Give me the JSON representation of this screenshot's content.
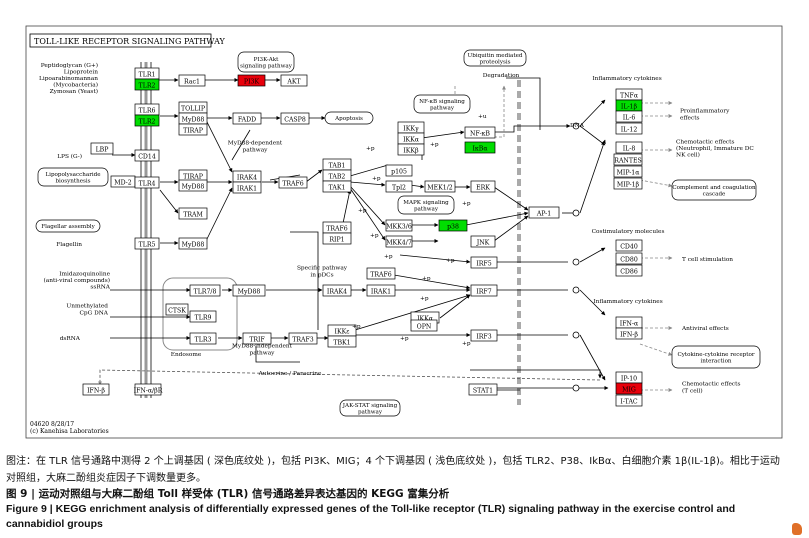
{
  "pathway": {
    "title": "TOLL-LIKE RECEPTOR SIGNALING PATHWAY",
    "footer_id": "04620 8/28/17",
    "footer_copyright": "(c) Kanehisa Laboratories"
  },
  "colors": {
    "upregulated": "#e8000b",
    "downregulated": "#00dd00",
    "normal": "#ffffff",
    "line": "#000000",
    "dashed": "#999999"
  },
  "nodes": [
    {
      "id": "TLR1",
      "label": "TLR1",
      "state": "normal"
    },
    {
      "id": "TLR2",
      "label": "TLR2",
      "state": "down"
    },
    {
      "id": "TLR6",
      "label": "TLR6",
      "state": "normal"
    },
    {
      "id": "TLR2b",
      "label": "TLR2",
      "state": "down"
    },
    {
      "id": "Rac1",
      "label": "Rac1",
      "state": "normal"
    },
    {
      "id": "PI3K",
      "label": "PI3K",
      "state": "up"
    },
    {
      "id": "AKT",
      "label": "AKT",
      "state": "normal"
    },
    {
      "id": "TOLLIP",
      "label": "TOLLIP",
      "state": "normal"
    },
    {
      "id": "MyD88a",
      "label": "MyD88",
      "state": "normal"
    },
    {
      "id": "TIRAPa",
      "label": "TIRAP",
      "state": "normal"
    },
    {
      "id": "FADD",
      "label": "FADD",
      "state": "normal"
    },
    {
      "id": "CASP8",
      "label": "CASP8",
      "state": "normal"
    },
    {
      "id": "LBP",
      "label": "LBP",
      "state": "normal"
    },
    {
      "id": "CD14",
      "label": "CD14",
      "state": "normal"
    },
    {
      "id": "MD2",
      "label": "MD-2",
      "state": "normal"
    },
    {
      "id": "TLR4",
      "label": "TLR4",
      "state": "normal"
    },
    {
      "id": "TIRAPb",
      "label": "TIRAP",
      "state": "normal"
    },
    {
      "id": "MyD88b",
      "label": "MyD88",
      "state": "normal"
    },
    {
      "id": "TRAM",
      "label": "TRAM",
      "state": "normal"
    },
    {
      "id": "TLR5",
      "label": "TLR5",
      "state": "normal"
    },
    {
      "id": "MyD88c",
      "label": "MyD88",
      "state": "normal"
    },
    {
      "id": "IRAK4a",
      "label": "IRAK4",
      "state": "normal"
    },
    {
      "id": "IRAK1a",
      "label": "IRAK1",
      "state": "normal"
    },
    {
      "id": "TRAF6a",
      "label": "TRAF6",
      "state": "normal"
    },
    {
      "id": "TAB1",
      "label": "TAB1",
      "state": "normal"
    },
    {
      "id": "TAB2",
      "label": "TAB2",
      "state": "normal"
    },
    {
      "id": "TAK1",
      "label": "TAK1",
      "state": "normal"
    },
    {
      "id": "TRAF6b",
      "label": "TRAF6",
      "state": "normal"
    },
    {
      "id": "RIP1",
      "label": "RIP1",
      "state": "normal"
    },
    {
      "id": "IKKg",
      "label": "IKKγ",
      "state": "normal"
    },
    {
      "id": "IKKa",
      "label": "IKKα",
      "state": "normal"
    },
    {
      "id": "IKKb",
      "label": "IKKβ",
      "state": "normal"
    },
    {
      "id": "NFkB",
      "label": "NF-κB",
      "state": "normal"
    },
    {
      "id": "IkBa",
      "label": "IκBα",
      "state": "down"
    },
    {
      "id": "p105",
      "label": "p105",
      "state": "normal"
    },
    {
      "id": "Tpl2",
      "label": "Tpl2",
      "state": "normal"
    },
    {
      "id": "MEK12",
      "label": "MEK1/2",
      "state": "normal"
    },
    {
      "id": "ERK",
      "label": "ERK",
      "state": "normal"
    },
    {
      "id": "MKK36",
      "label": "MKK3/6",
      "state": "normal"
    },
    {
      "id": "p38",
      "label": "p38",
      "state": "down"
    },
    {
      "id": "MKK47",
      "label": "MKK4/7",
      "state": "normal"
    },
    {
      "id": "JNK",
      "label": "JNK",
      "state": "normal"
    },
    {
      "id": "AP1",
      "label": "AP-1",
      "state": "normal"
    },
    {
      "id": "IRF5",
      "label": "IRF5",
      "state": "normal"
    },
    {
      "id": "TLR78",
      "label": "TLR7/8",
      "state": "normal"
    },
    {
      "id": "MyD88d",
      "label": "MyD88",
      "state": "normal"
    },
    {
      "id": "IRAK4b",
      "label": "IRAK4",
      "state": "normal"
    },
    {
      "id": "IRAK1b",
      "label": "IRAK1",
      "state": "normal"
    },
    {
      "id": "TRAF6c",
      "label": "TRAF6",
      "state": "normal"
    },
    {
      "id": "IKKab",
      "label": "IKKα",
      "state": "normal"
    },
    {
      "id": "IRF7",
      "label": "IRF7",
      "state": "normal"
    },
    {
      "id": "CTSK",
      "label": "CTSK",
      "state": "normal"
    },
    {
      "id": "TLR9",
      "label": "TLR9",
      "state": "normal"
    },
    {
      "id": "TLR3",
      "label": "TLR3",
      "state": "normal"
    },
    {
      "id": "TRIF",
      "label": "TRIF",
      "state": "normal"
    },
    {
      "id": "TRAF3",
      "label": "TRAF3",
      "state": "normal"
    },
    {
      "id": "IKKe",
      "label": "IKKε",
      "state": "normal"
    },
    {
      "id": "TBK1",
      "label": "TBK1",
      "state": "normal"
    },
    {
      "id": "OPN",
      "label": "OPN",
      "state": "normal"
    },
    {
      "id": "IRF3",
      "label": "IRF3",
      "state": "normal"
    },
    {
      "id": "IFNb",
      "label": "IFN-β",
      "state": "normal"
    },
    {
      "id": "IFNabR",
      "label": "IFN-α/βR",
      "state": "normal"
    },
    {
      "id": "STAT1",
      "label": "STAT1",
      "state": "normal"
    },
    {
      "id": "TNFa",
      "label": "TNFα",
      "state": "normal"
    },
    {
      "id": "IL1b",
      "label": "IL-1β",
      "state": "down"
    },
    {
      "id": "IL6",
      "label": "IL-6",
      "state": "normal"
    },
    {
      "id": "IL12",
      "label": "IL-12",
      "state": "normal"
    },
    {
      "id": "IL8",
      "label": "IL-8",
      "state": "normal"
    },
    {
      "id": "RANTES",
      "label": "RANTES",
      "state": "normal"
    },
    {
      "id": "MIP1a",
      "label": "MIP-1α",
      "state": "normal"
    },
    {
      "id": "MIP1b",
      "label": "MIP-1β",
      "state": "normal"
    },
    {
      "id": "CD40",
      "label": "CD40",
      "state": "normal"
    },
    {
      "id": "CD80",
      "label": "CD80",
      "state": "normal"
    },
    {
      "id": "CD86",
      "label": "CD86",
      "state": "normal"
    },
    {
      "id": "IFNa",
      "label": "IFN-α",
      "state": "normal"
    },
    {
      "id": "IFNb2",
      "label": "IFN-β",
      "state": "normal"
    },
    {
      "id": "IP10",
      "label": "IP-10",
      "state": "normal"
    },
    {
      "id": "MIG",
      "label": "MIG",
      "state": "up"
    },
    {
      "id": "ITAC",
      "label": "I-TAC",
      "state": "normal"
    }
  ],
  "pathway_boxes": [
    {
      "id": "pi3k_path",
      "label": "PI3K-Akt signaling pathway"
    },
    {
      "id": "nfkb_path",
      "label": "NF-κB signaling pathway"
    },
    {
      "id": "mapk_path",
      "label": "MAPK signaling pathway"
    },
    {
      "id": "jak_path",
      "label": "JAK-STAT signaling pathway"
    },
    {
      "id": "ubiq_path",
      "label": "Ubiquitin mediated proteolysis"
    },
    {
      "id": "apoptosis",
      "label": "Apoptosis"
    },
    {
      "id": "lps_bio",
      "label": "Lipopolysaccharide biosynthesis"
    },
    {
      "id": "flagellar",
      "label": "Flagellar assembly"
    },
    {
      "id": "complement",
      "label": "Complement and coagulation cascade"
    },
    {
      "id": "cytokine",
      "label": "Cytokine-cytokine receptor interaction"
    }
  ],
  "labels": {
    "ligand_tlr12": "Peptidoglycan (G+)\nLipoprotein\nLipoarabinomannan\n(Mycobacteria)\nZymosan (Yeast)",
    "lps": "LPS (G-)",
    "flagellin": "Flagellin",
    "imidazo": "Imidazoquinoline\n(anti-viral compounds)\nssRNA",
    "cpg": "Unmethylated\nCpG DNA",
    "dsrna": "dsRNA",
    "endosome": "Endosome",
    "myd88_dep": "MyD88-dependent\npathway",
    "myd88_indep": "MyD88-independent\npathway",
    "specific": "Specific pathway\nin pDCs",
    "autocrine": "Autocrine / Paracrine",
    "degradation": "Degradation",
    "dna": "DNA",
    "inflam1": "Inflammatory cytokines",
    "proinflam": "Proinflammatory\neffects",
    "chemotactic1": "Chemotactic effects\n(Neutrophil, Immature DC\nNK cell)",
    "costim": "Costimulatory molecules",
    "tcell_stim": "T cell stimulation",
    "inflam2": "Inflammatory cytokines",
    "antiviral": "Antiviral effects",
    "chemotactic2": "Chemotactic effects\n(T cell)",
    "plus": "+p",
    "plus_u": "+u"
  },
  "caption": {
    "cn_note": "图注：在 TLR 信号通路中测得 2 个上调基因 ( 深色底纹处 )，包括 PI3K、MIG；4 个下调基因 ( 浅色底纹处 )，包括 TLR2、P38、IkBα、白细胞介素 1β(IL-1β)。相比于运动对照组，大麻二酚组炎症因子下调数量更多。",
    "cn_title": "图 9 | 运动对照组与大麻二酚组 Toll 样受体 (TLR) 信号通路差异表达基因的 KEGG 富集分析",
    "en_title": "Figure 9 | KEGG enrichment analysis of differentially expressed genes of the Toll-like receptor (TLR) signaling pathway in the exercise control and cannabidiol groups"
  }
}
